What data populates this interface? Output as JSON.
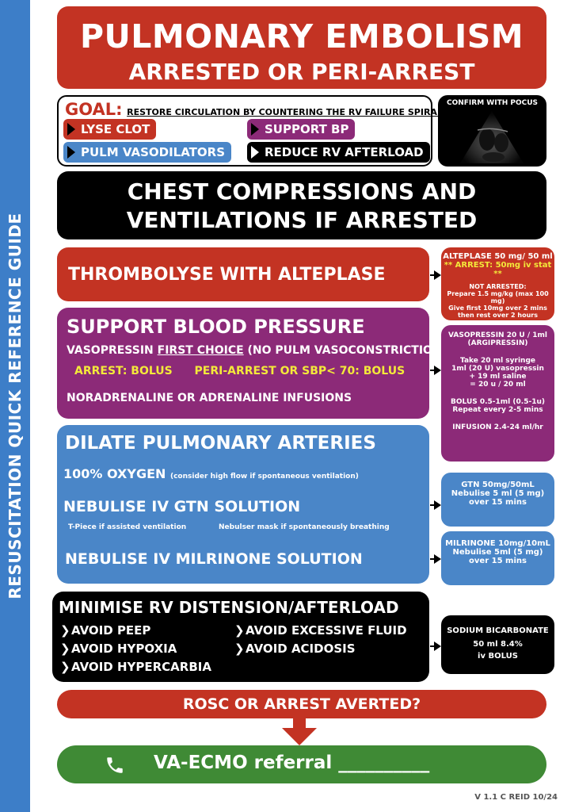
{
  "sidebar": {
    "text": "RESUSCITATION QUICK REFERENCE GUIDE"
  },
  "title": {
    "line1": "PULMONARY EMBOLISM",
    "line2": "ARRESTED OR PERI-ARREST"
  },
  "goal": {
    "label": "GOAL:",
    "description": "RESTORE CIRCULATION BY COUNTERING THE RV FAILURE SPIRAL",
    "items": [
      "LYSE CLOT",
      "SUPPORT BP",
      "PULM VASODILATORS",
      "REDUCE RV AFTERLOAD"
    ]
  },
  "pocus": {
    "label": "CONFIRM WITH POCUS"
  },
  "cpr": {
    "line1": "CHEST COMPRESSIONS AND",
    "line2": "VENTILATIONS IF ARRESTED"
  },
  "thrombolyse": {
    "title": "THROMBOLYSE WITH ALTEPLASE",
    "side": {
      "line1": "ALTEPLASE 50 mg/ 50 ml",
      "arrest": "** ARREST: 50mg iv stat **",
      "not_arrested_heading": "NOT ARRESTED:",
      "not_arrested_1": "Prepare 1.5 mg/kg (max 100 mg)",
      "not_arrested_2": "Give first 10mg over 2 mins",
      "not_arrested_3": "then rest over 2 hours"
    }
  },
  "support_bp": {
    "title": "SUPPORT BLOOD PRESSURE",
    "vaso_label": "VASOPRESSIN",
    "first_choice": "FIRST CHOICE",
    "vaso_note": "(NO PULM VASOCONSTRICTION)",
    "arrest_bolus": "ARREST: BOLUS",
    "peri_arrest_bolus": "PERI-ARREST OR SBP< 70: BOLUS",
    "infusions": "NORADRENALINE OR ADRENALINE INFUSIONS",
    "side": {
      "line1": "VASOPRESSIN 20 U / 1ml",
      "line2": "(ARGIPRESSIN)",
      "prep1": "Take 20 ml syringe",
      "prep2": "1ml (20 U) vasopressin",
      "prep3": "+ 19 ml saline",
      "prep4": "= 20 u / 20 ml",
      "bolus1": "BOLUS 0.5-1ml (0.5-1u)",
      "bolus2": "Repeat every 2-5 mins",
      "infusion": "INFUSION 2.4-24 ml/hr"
    }
  },
  "dilate": {
    "title": "DILATE PULMONARY ARTERIES",
    "oxygen": "100% OXYGEN",
    "oxygen_note": "(consider high flow if spontaneous ventilation)",
    "gtn_title": "NEBULISE IV GTN SOLUTION",
    "tpiece": "T-Piece if assisted ventilation",
    "mask": "Nebulser mask if spontaneously breathing",
    "milrinone_title": "NEBULISE IV MILRINONE SOLUTION",
    "gtn_side": {
      "line1": "GTN 50mg/50mL",
      "line2": "Nebulise 5 ml (5 mg)",
      "line3": "over 15 mins"
    },
    "milrinone_side": {
      "line1": "MILRINONE 10mg/10mL",
      "line2": "Nebulise 5ml (5 mg)",
      "line3": "over 15 mins"
    }
  },
  "minimise": {
    "title": "MINIMISE RV DISTENSION/AFTERLOAD",
    "bullets_left": [
      "AVOID PEEP",
      "AVOID HYPOXIA",
      "AVOID HYPERCARBIA"
    ],
    "bullets_right": [
      "AVOID EXCESSIVE FLUID",
      "AVOID ACIDOSIS"
    ],
    "side": {
      "line1": "SODIUM BICARBONATE",
      "line2": "50 ml  8.4%",
      "line3": "iv BOLUS"
    }
  },
  "rosc": {
    "text": "ROSC OR ARREST AVERTED?"
  },
  "ecmo": {
    "text": "VA-ECMO referral __________"
  },
  "footer": {
    "version": "V 1.1 C REID 10/24"
  },
  "colors": {
    "red": "#c33323",
    "purple": "#8c2a78",
    "blue": "#4a86c8",
    "black": "#000000",
    "green": "#3f8a35",
    "yellow": "#f3e93a",
    "sidebar": "#3d7ec8"
  },
  "icons": [
    "phone-icon",
    "chevron-right-icon",
    "down-arrow-icon",
    "pocus-ultrasound-image"
  ]
}
